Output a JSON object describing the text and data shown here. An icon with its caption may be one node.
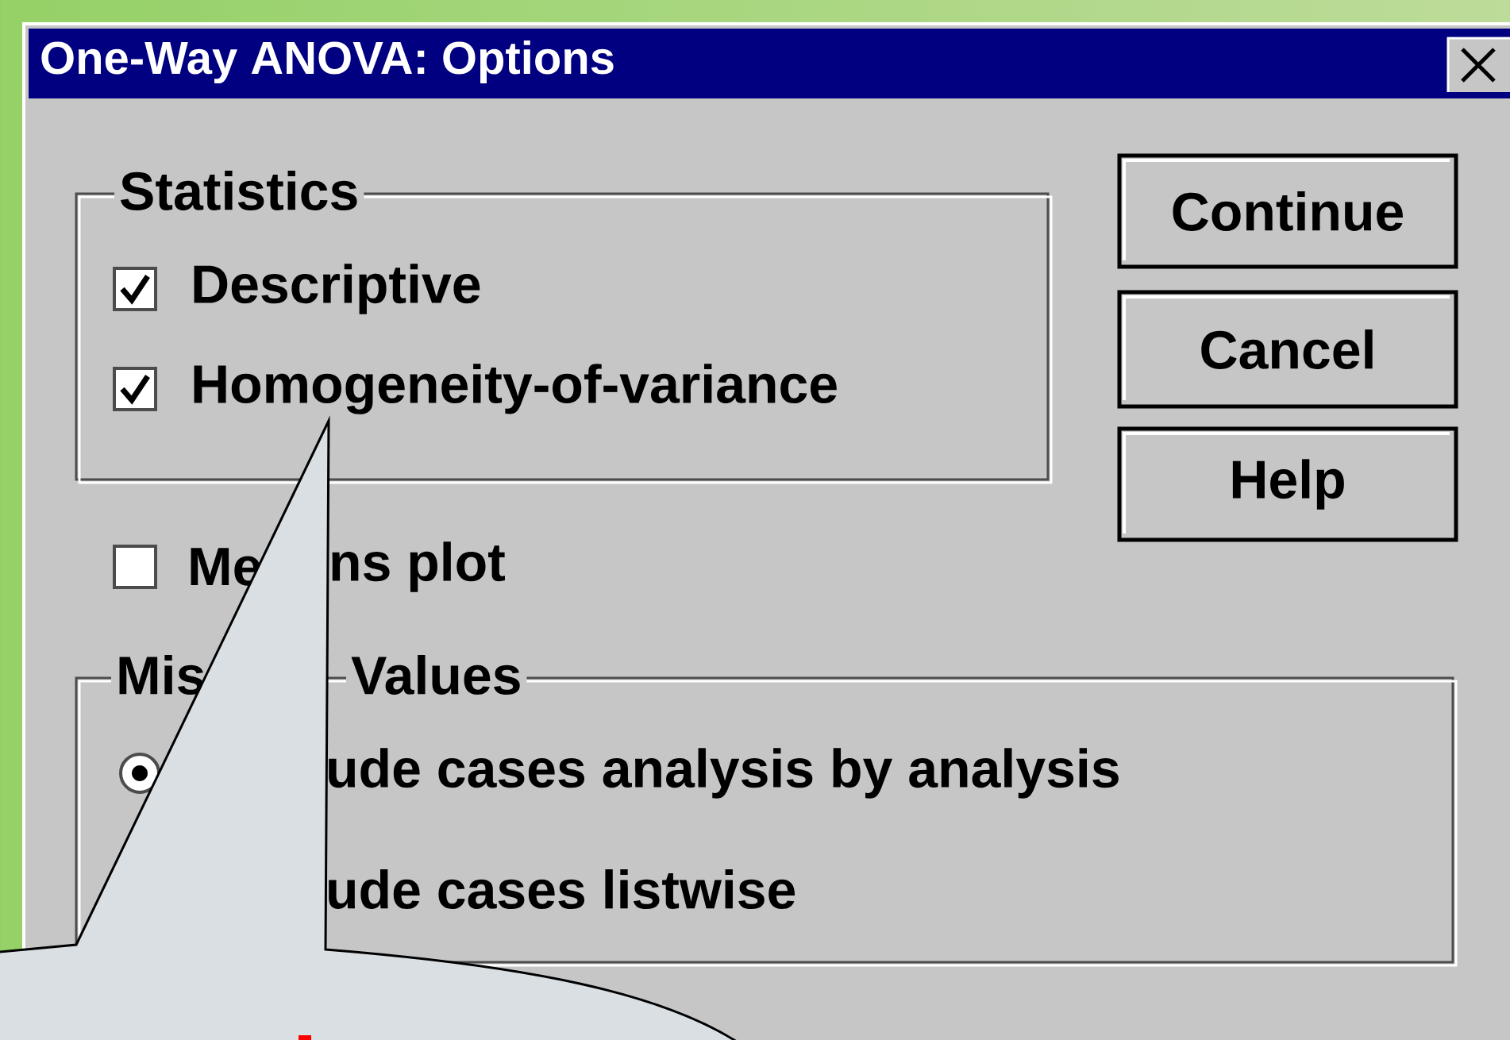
{
  "diagram": {
    "nodes": [
      {
        "text": [
          "One-Way ANOVA: Options"
        ]
      },
      {
        "text": [
          "Statistics"
        ],
        "in": 0
      },
      {
        "text": [
          "Descriptive"
        ],
        "in": 1
      },
      {
        "text": [
          "Homogeneity-of-variance"
        ],
        "in": 1
      },
      {
        "text": [
          "Me",
          "ns plot"
        ],
        "in": 0
      },
      {
        "text": [
          "Mis",
          "Values"
        ],
        "in": 0
      },
      {
        "text": [
          "ude cases analysis by analysis"
        ],
        "in": 5
      },
      {
        "text": [
          "ude cases listwise"
        ],
        "in": 5
      },
      {
        "text": [
          "Continue"
        ],
        "in": 0
      },
      {
        "text": [
          "Cancel"
        ],
        "in": 0
      },
      {
        "text": [
          "Help"
        ],
        "in": 0
      }
    ]
  }
}
